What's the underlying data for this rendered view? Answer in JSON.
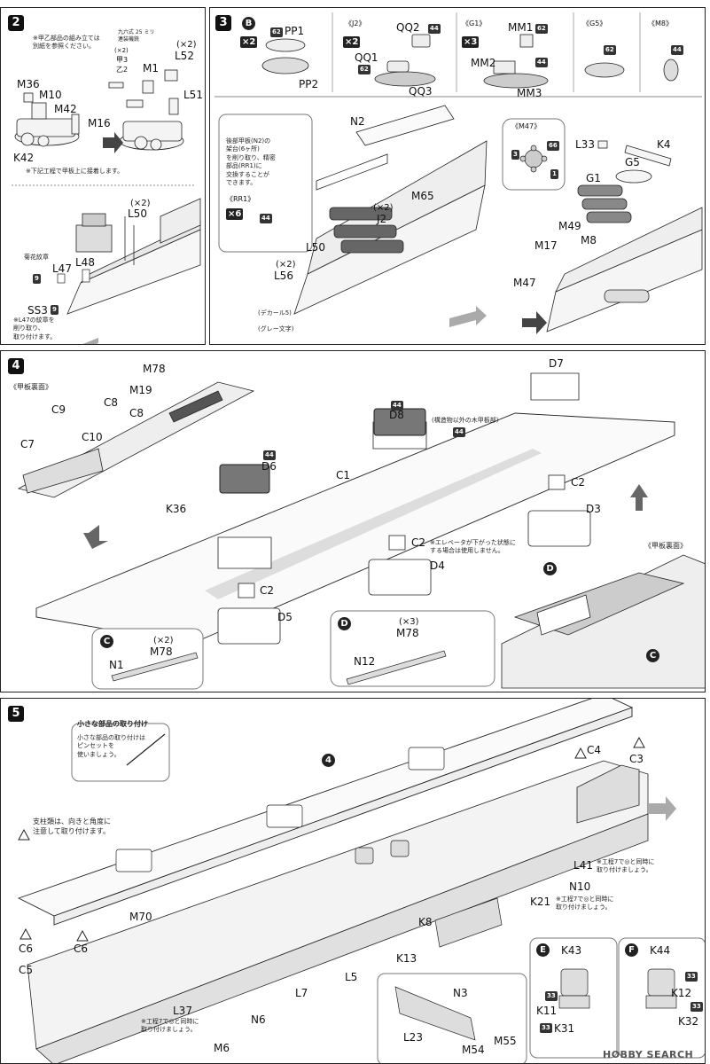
{
  "step2": {
    "number": "2",
    "note_top": "※甲乙部品の組み立ては\n別紙を参照ください。",
    "note_gun": "九六式 25 ミリ\n連装機銃",
    "labels": {
      "m36": "M36",
      "m10": "M10",
      "m42": "M42",
      "m16": "M16",
      "k42": "K42",
      "m1": "M1",
      "l52": "L52",
      "l51": "L51",
      "kou3": "甲3",
      "otsu2": "乙2",
      "l50": "L50",
      "l47": "L47",
      "l48": "L48",
      "ss3": "SS3"
    },
    "counts": {
      "x2_a": "(×2)",
      "x2_b": "(×2)",
      "x2_c": "(×2)"
    },
    "note_mid": "※下記工程で甲板上に接着します。",
    "note_chrysanthemum": "菊花紋章",
    "note_l47": "※L47の紋章を\n削り取り、\n取り付けます。",
    "badges": {
      "l47": "9",
      "ss3": "9"
    }
  },
  "step3": {
    "number": "3",
    "groups": [
      {
        "letter": "B",
        "count": "×2",
        "parts": [
          "PP1",
          "PP2"
        ],
        "badge": "62"
      },
      {
        "title": "《J2》",
        "count": "×2",
        "parts": [
          "QQ1",
          "QQ2",
          "QQ3"
        ],
        "badge1": "62",
        "badge2": "44"
      },
      {
        "title": "《G1》",
        "count": "×3",
        "parts": [
          "MM1",
          "MM2",
          "MM3"
        ],
        "badge1": "62",
        "badge2": "44"
      },
      {
        "title": "《G5》",
        "badge": "62"
      },
      {
        "title": "《M8》",
        "badge": "44"
      }
    ],
    "info_note": "後部甲板(N2)の\n架台(6ヶ所)\nを削り取り、精密\n部品(RR1)に\n交換することが\nできます。",
    "rr1_title": "《RR1》",
    "rr1_count": "×6",
    "rr1_badge": "44",
    "labels": {
      "n2": "N2",
      "m65": "M65",
      "j2": "J2",
      "l50": "L50",
      "l56": "L56",
      "x2a": "(×2)",
      "x2b": "(×2)"
    },
    "decal": "(デカール5)",
    "decal_sub": "(グレー文字)",
    "m47_title": "《M47》",
    "m47_badges": [
      "3",
      "66",
      "1"
    ],
    "right_labels": {
      "l33": "L33",
      "k4": "K4",
      "g5": "G5",
      "g1": "G1",
      "m49": "M49",
      "m8": "M8",
      "m17": "M17",
      "m47": "M47"
    }
  },
  "step4": {
    "number": "4",
    "underside_left": "《甲板裏面》",
    "underside_right": "《甲板裏面》",
    "labels": {
      "m78": "M78",
      "m19": "M19",
      "c8a": "C8",
      "c8b": "C8",
      "c9": "C9",
      "c7": "C7",
      "c10": "C10",
      "k36": "K36",
      "d6": "D6",
      "c1": "C1",
      "d8": "D8",
      "d7": "D7",
      "c2a": "C2",
      "c2b": "C2",
      "c2c": "C2",
      "d3": "D3",
      "d4": "D4",
      "d5": "D5",
      "n1": "N1",
      "n12": "N12",
      "m78b": "M78",
      "m78c": "M78"
    },
    "badges": {
      "d6": "44",
      "d8": "44",
      "wood": "44"
    },
    "wood_note": "(構造物以外の木甲板部)",
    "elevator_note": "※エレベータが下がった状態に\nする場合は使用しません。",
    "counts": {
      "x2": "(×2)",
      "x3": "(×3)"
    },
    "circles": {
      "c": "C",
      "d": "D"
    }
  },
  "step5": {
    "number": "5",
    "tip_title": "小さな部品の取り付け",
    "tip_body": "小さな部品の取り付けは\nピンセットを\n使いましょう。",
    "warn_note": "支柱類は、向きと角度に\n注意して取り付けます。",
    "labels": {
      "c4": "C4",
      "c3": "C3",
      "l41": "L41",
      "n10": "N10",
      "k21": "K21",
      "m70": "M70",
      "c6a": "C6",
      "c6b": "C6",
      "c5": "C5",
      "k8": "K8",
      "k13": "K13",
      "l7": "L7",
      "l5": "L5",
      "l37": "L37",
      "n6": "N6",
      "m6": "M6",
      "n3": "N3",
      "l23": "L23",
      "m54": "M54",
      "m55": "M55"
    },
    "notes": {
      "l41": "※工程7で◎と同時に\n取り付けましょう。",
      "k21": "※工程7で◎と同時に\n取り付けましょう。",
      "l37": "※工程7で◎と同時に\n取り付けましょう。"
    },
    "sub_e": {
      "letter": "E",
      "parts": [
        "K43",
        "K11",
        "K31"
      ],
      "badges": [
        "33",
        "33"
      ]
    },
    "sub_f": {
      "letter": "F",
      "parts": [
        "K44",
        "K12",
        "K32"
      ],
      "badges": [
        "33",
        "33"
      ]
    },
    "circle_4": "4"
  },
  "watermark": "HOBBY SEARCH"
}
